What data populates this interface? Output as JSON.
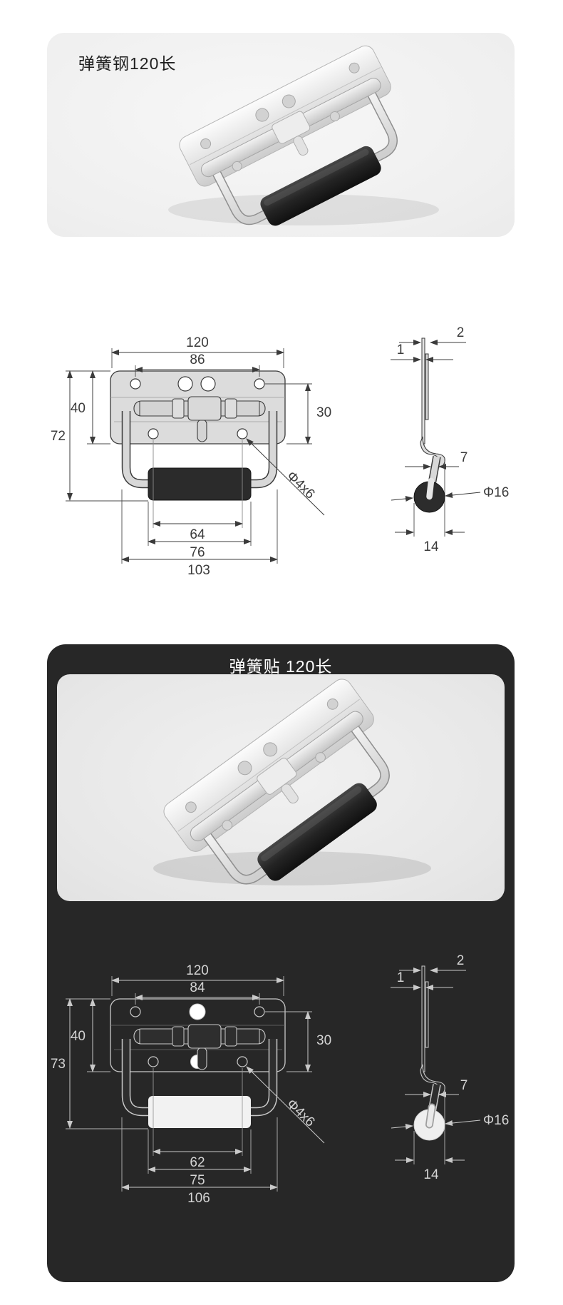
{
  "top_card": {
    "label": "弹簧钢120长"
  },
  "bottom_card": {
    "title": "弹簧贴 120长"
  },
  "drawing_top": {
    "front": {
      "total_width": "120",
      "hole_pitch_top": "86",
      "plate_height": "40",
      "total_height": "72",
      "right_height": "30",
      "hole_spec": "Φ4x6",
      "hole_pitch_bottom": "64",
      "grip_width": "76",
      "handle_width": "103"
    },
    "side": {
      "top_thickness": "2",
      "plate_thickness": "1",
      "tube_width": "7",
      "roller_dia": "Φ16",
      "bottom_width": "14"
    }
  },
  "drawing_bottom": {
    "front": {
      "total_width": "120",
      "hole_pitch_top": "84",
      "plate_height": "40",
      "total_height": "73",
      "right_height": "30",
      "hole_spec": "Φ4x6",
      "hole_pitch_bottom": "62",
      "grip_width": "75",
      "handle_width": "106"
    },
    "side": {
      "top_thickness": "2",
      "plate_thickness": "1",
      "tube_width": "7",
      "roller_dia": "Φ16",
      "bottom_width": "14"
    }
  },
  "colors": {
    "page_bg": "#ffffff",
    "light_card_bg": "#f1f1f1",
    "dark_card_bg": "#272727",
    "drawing_line_dark": "#3b3b3b",
    "drawing_line_light": "#c9c9c9",
    "grip_black": "#2b2b2b",
    "grip_white": "#f2f2f2"
  }
}
